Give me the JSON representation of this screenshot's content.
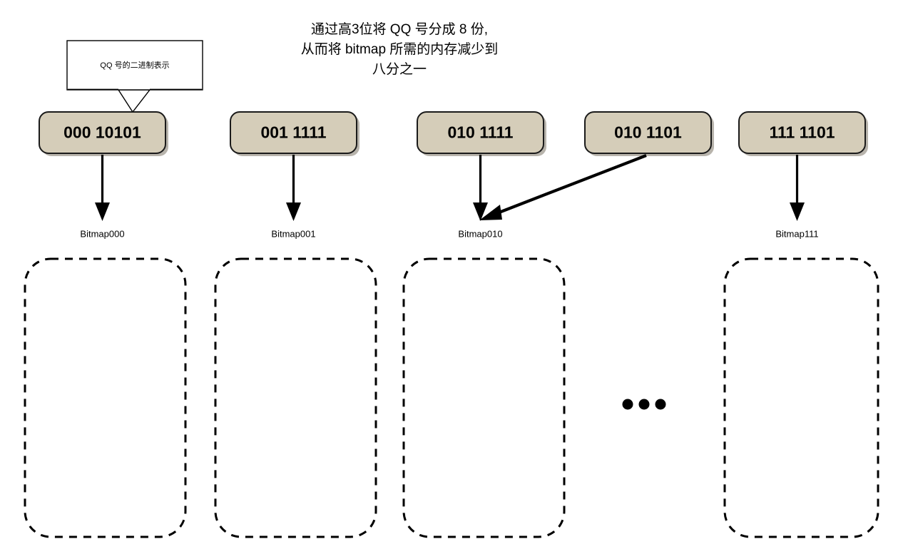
{
  "title": {
    "line1": "通过高3位将 QQ 号分成 8 份,",
    "line2": "从而将 bitmap 所需的内存减少到",
    "line3": "八分之一"
  },
  "callout": {
    "text": "QQ 号的二进制表示"
  },
  "chips": [
    {
      "id": "chip-000-10101",
      "value": "000 10101"
    },
    {
      "id": "chip-001-1111",
      "value": "001 1111"
    },
    {
      "id": "chip-010-1111",
      "value": "010 1111"
    },
    {
      "id": "chip-010-1101",
      "value": "010 1101"
    },
    {
      "id": "chip-111-1101",
      "value": "111 1101"
    }
  ],
  "bitmap_labels": [
    {
      "id": "bitmap-000",
      "text": "Bitmap000"
    },
    {
      "id": "bitmap-001",
      "text": "Bitmap001"
    },
    {
      "id": "bitmap-010",
      "text": "Bitmap010"
    },
    {
      "id": "bitmap-111",
      "text": "Bitmap111"
    }
  ],
  "ellipsis": {
    "text": "…",
    "dot_count": 3
  },
  "colors": {
    "chip_fill": "#D5CDB9",
    "chip_stroke": "#1a1a1a",
    "arrow": "#000000",
    "slot_stroke": "#000000",
    "background": "#ffffff",
    "text": "#000000"
  }
}
